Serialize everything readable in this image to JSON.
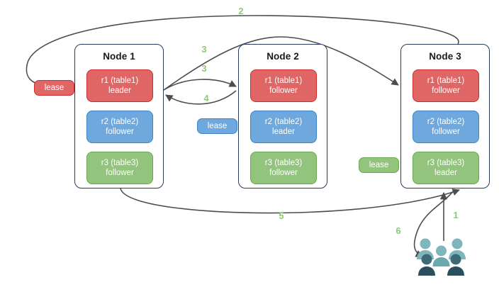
{
  "diagram": {
    "title_hidden": "",
    "colors": {
      "replica_red": "#e06666",
      "replica_blue": "#6fa8dc",
      "replica_green": "#93c47d",
      "node_border": "#2a3a5c",
      "arrow": "#4d4d4d",
      "step_number": "#8fc878",
      "people_light": "#7eb7bb",
      "people_dark": "#37596b",
      "background": "#ffffff"
    },
    "nodes": [
      {
        "id": "node-1",
        "title": "Node 1",
        "replicas": [
          {
            "id": "n1-r1",
            "name": "r1 (table1)",
            "role": "leader",
            "color": "red"
          },
          {
            "id": "n1-r2",
            "name": "r2 (table2)",
            "role": "follower",
            "color": "blue"
          },
          {
            "id": "n1-r3",
            "name": "r3 (table3)",
            "role": "follower",
            "color": "green"
          }
        ]
      },
      {
        "id": "node-2",
        "title": "Node 2",
        "replicas": [
          {
            "id": "n2-r1",
            "name": "r1 (table1)",
            "role": "follower",
            "color": "red"
          },
          {
            "id": "n2-r2",
            "name": "r2 (table2)",
            "role": "leader",
            "color": "blue"
          },
          {
            "id": "n2-r3",
            "name": "r3 (table3)",
            "role": "follower",
            "color": "green"
          }
        ]
      },
      {
        "id": "node-3",
        "title": "Node 3",
        "replicas": [
          {
            "id": "n3-r1",
            "name": "r1 (table1)",
            "role": "follower",
            "color": "red"
          },
          {
            "id": "n3-r2",
            "name": "r2 (table2)",
            "role": "follower",
            "color": "blue"
          },
          {
            "id": "n3-r3",
            "name": "r3 (table3)",
            "role": "leader",
            "color": "green"
          }
        ]
      }
    ],
    "leases": [
      {
        "id": "lease-red",
        "label": "lease",
        "color": "red"
      },
      {
        "id": "lease-blue",
        "label": "lease",
        "color": "blue"
      },
      {
        "id": "lease-green",
        "label": "lease",
        "color": "green"
      }
    ],
    "steps": [
      {
        "id": "step-1",
        "label": "1"
      },
      {
        "id": "step-2",
        "label": "2"
      },
      {
        "id": "step-3a",
        "label": "3"
      },
      {
        "id": "step-3b",
        "label": "3"
      },
      {
        "id": "step-4",
        "label": "4"
      },
      {
        "id": "step-5",
        "label": "5"
      },
      {
        "id": "step-6",
        "label": "6"
      }
    ],
    "actors": {
      "id": "client-group",
      "icon": "people-group-icon"
    }
  }
}
